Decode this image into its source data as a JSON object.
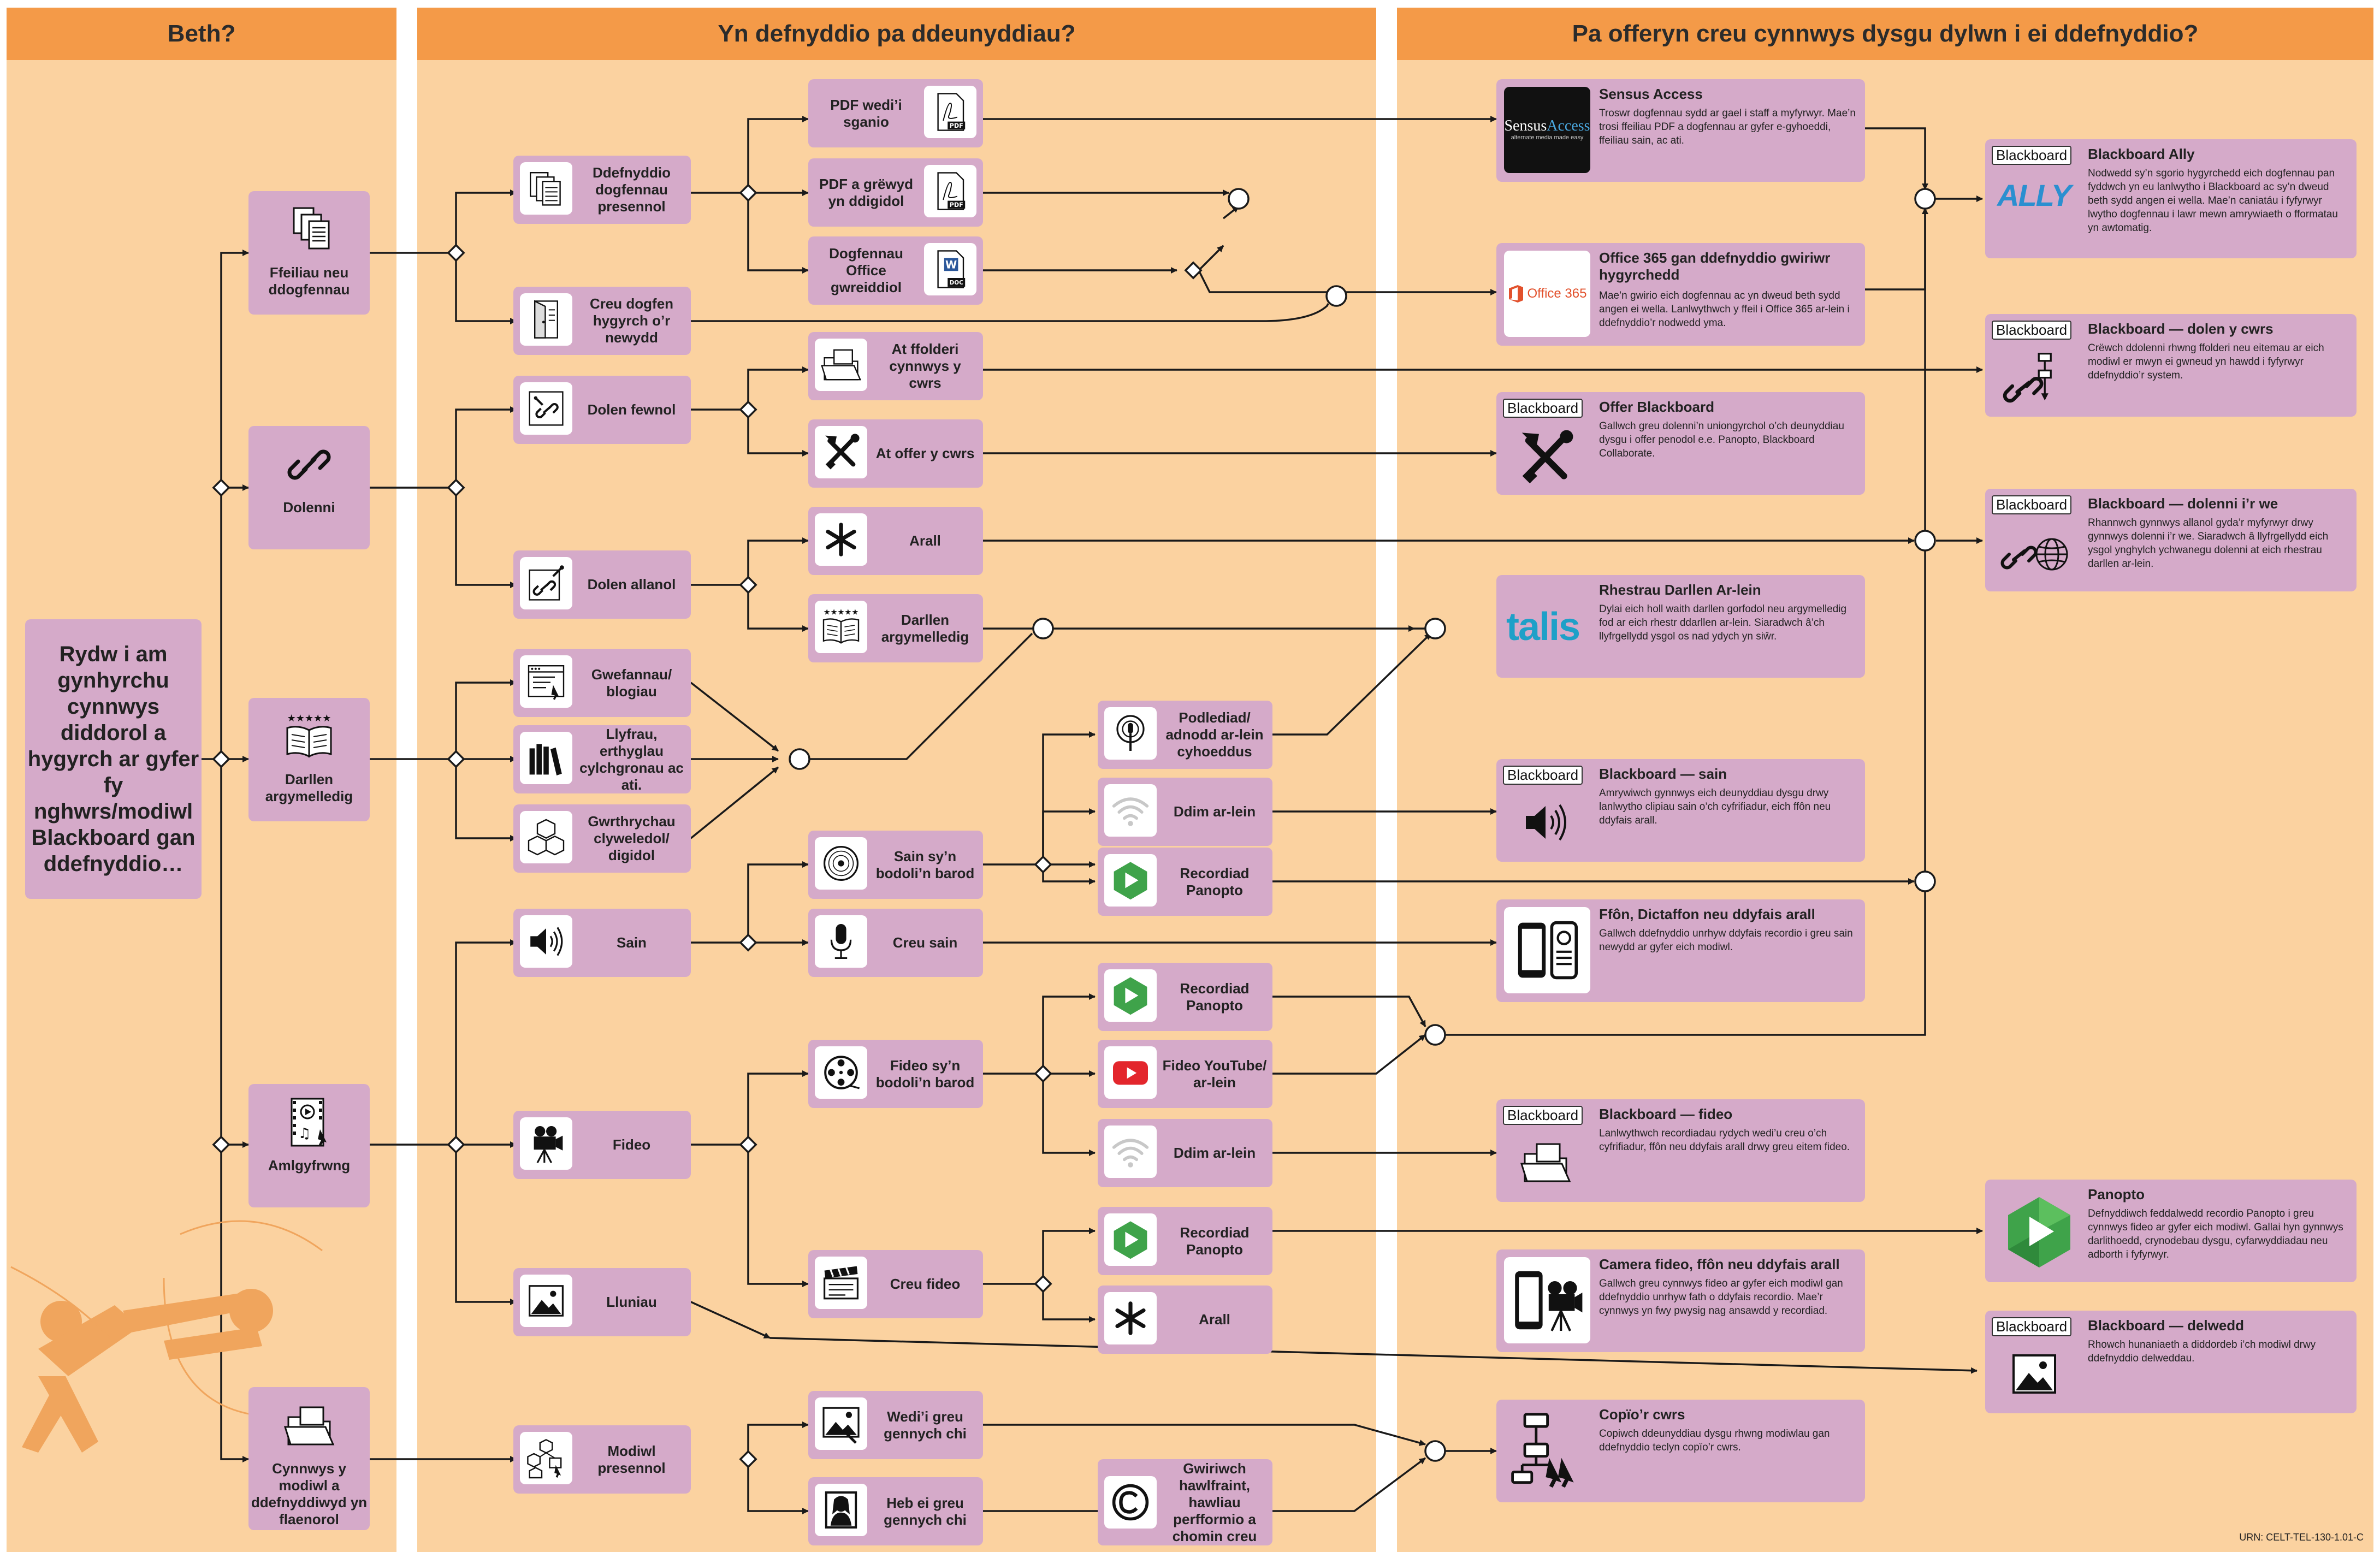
{
  "headers": {
    "col1": "Beth?",
    "col2": "Yn defnyddio pa ddeunyddiau?",
    "col3": "Pa offeryn creu cynnwys dysgu dylwn i ei ddefnyddio?"
  },
  "main_question": "Rydw i am gynhyrchu cynnwys diddorol a hygyrch ar gyfer fy nghwrs/modiwl Blackboard gan ddefnyddio…",
  "categories": {
    "files": "Ffeiliau neu ddogfennau",
    "links": "Dolenni",
    "reading": "Darllen argymelledig",
    "multimedia": "Amlgyfrwng",
    "existing_content": "Cynnwys y modiwl a ddefnyddiwyd yn flaenorol"
  },
  "level2": {
    "existing_docs": "Ddefnyddio dogfennau presennol",
    "create_doc": "Creu dogfen hygyrch o’r newydd",
    "internal_link": "Dolen fewnol",
    "external_link": "Dolen allanol",
    "websites": "Gwefannau/ blogiau",
    "books": "Llyfrau, erthyglau cylchgronau ac ati.",
    "av_works": "Gwrthrychau clyweledol/ digidol",
    "audio": "Sain",
    "video": "Fideo",
    "images": "Lluniau",
    "existing_modules": "Modiwl presennol"
  },
  "level3": {
    "pdf_scanned": "PDF wedi’i sganio",
    "pdf_digital": "PDF a grëwyd yn ddigidol",
    "office_docs": "Dogfennau Office gwreiddiol",
    "to_folders": "At ffolderi cynnwys y cwrs",
    "to_tools": "At offer y cwrs",
    "other1": "Arall",
    "reading_rec": "Darllen argymelledig",
    "existing_audio": "Sain sy’n bodoli’n barod",
    "create_audio": "Creu sain",
    "existing_video": "Fideo sy’n bodoli’n barod",
    "create_video": "Creu fideo",
    "made_by_you": "Wedi’i greu gennych chi",
    "not_made_by_you": "Heb ei greu gennych chi"
  },
  "level4": {
    "podcast": "Podlediad/ adnodd ar-lein cyhoeddus",
    "offline_audio": "Ddim ar-lein",
    "panopto_rec_audio": "Recordiad Panopto",
    "panopto_rec_video": "Recordiad Panopto",
    "youtube": "Fideo YouTube/ ar-lein",
    "offline_video": "Ddim ar-lein",
    "panopto_rec_create": "Recordiad Panopto",
    "other2": "Arall",
    "copyright": "Gwiriwch hawlfraint, hawliau perfformio a chomin creu"
  },
  "results": {
    "sensus": {
      "title": "Sensus Access",
      "desc": "Troswr dogfennau sydd ar gael i staff a myfyrwyr. Mae’n trosi ffeiliau PDF a dogfennau ar gyfer e-gyhoeddi, ffeiliau sain, ac ati.",
      "logo_a": "Sensus",
      "logo_b": "Access",
      "logo_tag": "alternate media made easy"
    },
    "office365": {
      "title": "Office 365 gan ddefnyddio gwiriwr hygyrchedd",
      "desc": "Mae’n gwirio eich dogfennau ac yn dweud beth sydd angen ei wella. Lanlwythwch y ffeil i Office 365 ar-lein i ddefnyddio’r nodwedd yma.",
      "logo": "Office 365"
    },
    "offer_bb": {
      "title": "Offer Blackboard",
      "desc": "Gallwch greu dolenni’n uniongyrchol o’ch deunyddiau dysgu i offer penodol e.e. Panopto, Blackboard Collaborate.",
      "tag": "Blackboard"
    },
    "talis": {
      "title": "Rhestrau Darllen Ar-lein",
      "desc": "Dylai eich holl waith darllen gorfodol neu argymelledig fod ar eich rhestr ddarllen ar-lein. Siaradwch â’ch llyfrgellydd ysgol os nad ydych yn siŵr.",
      "logo": "talis"
    },
    "bb_audio": {
      "title": "Blackboard — sain",
      "desc": "Amrywiwch gynnwys eich deunyddiau dysgu drwy lanlwytho clipiau sain o’ch cyfrifiadur, eich ffôn neu ddyfais arall.",
      "tag": "Blackboard"
    },
    "phone_dicta": {
      "title": "Ffôn, Dictaffon neu ddyfais arall",
      "desc": "Gallwch ddefnyddio unrhyw ddyfais recordio i greu sain newydd ar gyfer eich modiwl."
    },
    "bb_video": {
      "title": "Blackboard — fideo",
      "desc": "Lanlwythwch recordiadau rydych wedi’u creu o’ch cyfrifiadur, ffôn neu ddyfais arall drwy greu eitem fideo.",
      "tag": "Blackboard"
    },
    "camera": {
      "title": "Camera fideo, ffôn neu ddyfais arall",
      "desc": "Gallwch greu cynnwys fideo ar gyfer eich modiwl gan ddefnyddio unrhyw fath o ddyfais recordio. Mae’r cynnwys yn fwy pwysig nag ansawdd y recordiad."
    },
    "copy_course": {
      "title": "Copïo’r cwrs",
      "desc": "Copiwch ddeunyddiau dysgu rhwng modiwlau gan ddefnyddio teclyn copïo’r cwrs."
    },
    "ally": {
      "title": "Blackboard Ally",
      "desc": "Nodwedd sy’n sgorio hygyrchedd eich dogfennau pan fyddwch yn eu lanlwytho i Blackboard ac sy’n dweud beth sydd angen ei wella. Mae’n caniatáu i fyfyrwyr lwytho dogfennau i lawr mewn amrywiaeth o fformatau yn awtomatig.",
      "tag": "Blackboard",
      "logo": "ALLY"
    },
    "bb_link": {
      "title": "Blackboard — dolen y cwrs",
      "desc": "Crëwch ddolenni rhwng ffolderi neu eitemau ar eich modiwl er mwyn ei gwneud yn hawdd i fyfyrwyr ddefnyddio’r system.",
      "tag": "Blackboard"
    },
    "bb_weblinks": {
      "title": "Blackboard — dolenni i’r we",
      "desc": "Rhannwch gynnwys allanol gyda’r myfyrwyr drwy gynnwys dolenni i’r we. Siaradwch â llyfrgellydd eich ysgol ynghylch ychwanegu dolenni at eich rhestrau darllen ar-lein.",
      "tag": "Blackboard"
    },
    "panopto": {
      "title": "Panopto",
      "desc": "Defnyddiwch feddalwedd recordio Panopto i greu cynnwys fideo ar gyfer eich modiwl. Gallai hyn gynnwys darlithoedd, crynodebau dysgu, cyfarwyddiadau neu adborth i fyfyrwyr."
    },
    "bb_image": {
      "title": "Blackboard — delwedd",
      "desc": "Rhowch hunaniaeth a diddordeb i’ch modiwl drwy ddefnyddio delweddau.",
      "tag": "Blackboard"
    }
  },
  "icon_labels": {
    "pdf": "PDF",
    "doc": "DOC"
  },
  "urn": "URN: CELT-TEL-130-1.01-C",
  "colors": {
    "header": "#f49a48",
    "column": "#fbd2a0",
    "box": "#d5aac9",
    "line": "#1a1a1a",
    "panopto_green": "#3fa34a",
    "youtube_red": "#e3262c",
    "talis_blue": "#1ea0c8",
    "office_red": "#e2512c"
  }
}
